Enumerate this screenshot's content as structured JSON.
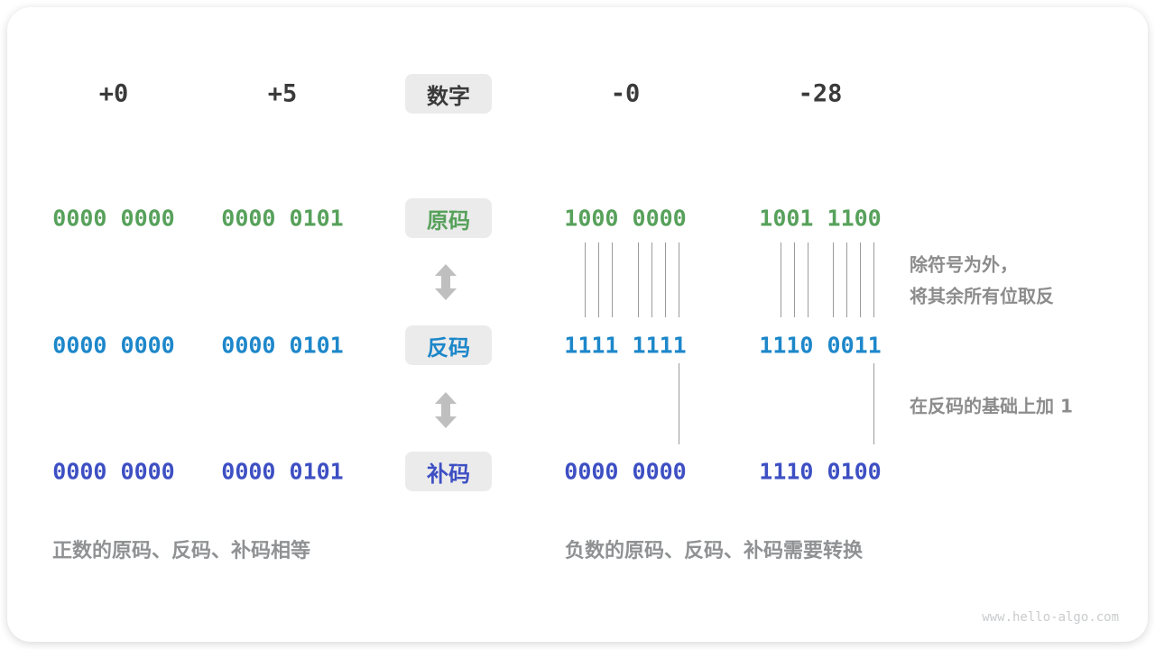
{
  "table": {
    "headers": {
      "pos0": "+0",
      "pos5": "+5",
      "label": "数字",
      "neg0": "-0",
      "neg28": "-28"
    },
    "rows": [
      {
        "label": "原码",
        "color": "#57a15b",
        "values": [
          "0000 0000",
          "0000 0101",
          "1000 0000",
          "1001 1100"
        ]
      },
      {
        "label": "反码",
        "color": "#1d87ca",
        "values": [
          "0000 0000",
          "0000 0101",
          "1111 1111",
          "1110 0011"
        ]
      },
      {
        "label": "补码",
        "color": "#3d4fc3",
        "values": [
          "0000 0000",
          "0000 0101",
          "0000 0000",
          "1110 0100"
        ]
      }
    ]
  },
  "annotations": {
    "invert_line1": "除符号为外，",
    "invert_line2": "将其余所有位取反",
    "add_one": "在反码的基础上加 1"
  },
  "captions": {
    "positive": "正数的原码、反码、补码相等",
    "negative": "负数的原码、反码、补码需要转换"
  },
  "watermark": "www.hello-algo.com",
  "icons": {
    "transform_arrow": "up-down-arrow"
  },
  "colors": {
    "sign_magnitude": "#57a15b",
    "ones_complement": "#1d87ca",
    "twos_complement": "#3d4fc3",
    "header_text": "#3a3a3a",
    "label_box_bg": "#ebebeb",
    "annotation_gray": "#8c8c8c",
    "caption_gray": "#8f9193",
    "arrow_gray": "#bfbfbf",
    "connector_line": "#9b9b9b",
    "watermark_gray": "#c9cbcd"
  }
}
